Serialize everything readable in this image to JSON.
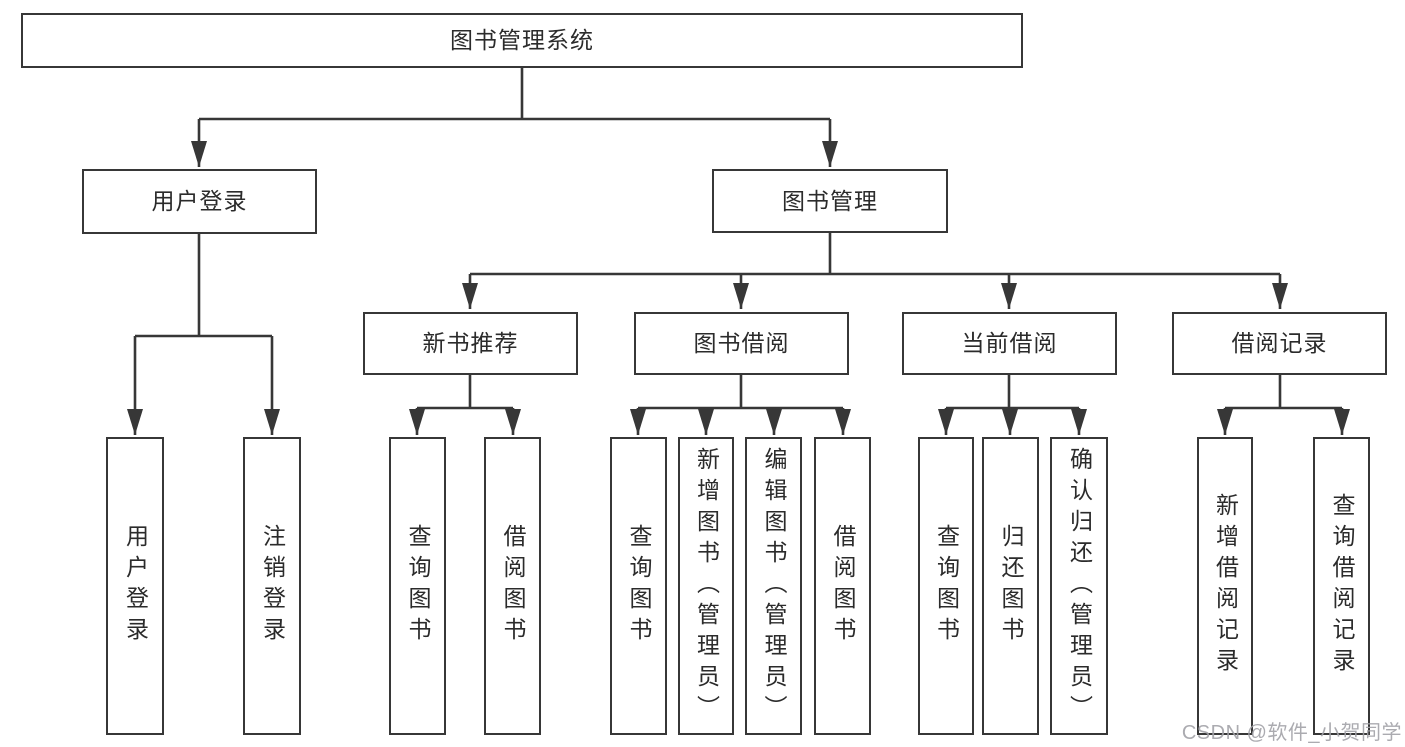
{
  "diagram": {
    "title": "图书管理系统",
    "tree": {
      "label": "图书管理系统",
      "children": [
        {
          "label": "用户登录",
          "children": [
            {
              "label": "用户登录"
            },
            {
              "label": "注销登录"
            }
          ]
        },
        {
          "label": "图书管理",
          "children": [
            {
              "label": "新书推荐",
              "children": [
                {
                  "label": "查询图书"
                },
                {
                  "label": "借阅图书"
                }
              ]
            },
            {
              "label": "图书借阅",
              "children": [
                {
                  "label": "查询图书"
                },
                {
                  "label": "新增图书（管理员）"
                },
                {
                  "label": "编辑图书（管理员）"
                },
                {
                  "label": "借阅图书"
                }
              ]
            },
            {
              "label": "当前借阅",
              "children": [
                {
                  "label": "查询图书"
                },
                {
                  "label": "归还图书"
                },
                {
                  "label": "确认归还（管理员）"
                }
              ]
            },
            {
              "label": "借阅记录",
              "children": [
                {
                  "label": "新增借阅记录"
                },
                {
                  "label": "查询借阅记录"
                }
              ]
            }
          ]
        }
      ]
    },
    "watermark": "CSDN @软件_小贺同学",
    "colors": {
      "line": "#373737",
      "text": "#2b2b2b",
      "background": "#ffffff",
      "watermark": "#a2a2a8"
    }
  }
}
